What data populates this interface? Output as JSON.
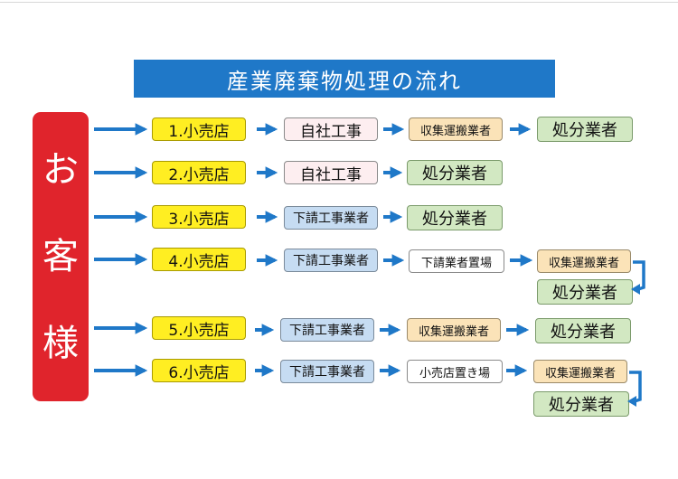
{
  "title": "産業廃棄物処理の流れ",
  "customer": {
    "chars": [
      "お",
      "客",
      "様"
    ]
  },
  "colors": {
    "title_bg": "#1f78c8",
    "customer_bg": "#e0242c",
    "retailer": "#ffee22",
    "own_work": "#fdeef0",
    "subcontractor": "#c6dcf2",
    "collector": "#fbe3b8",
    "disposer": "#d2e8c2",
    "storage": "#ffffff",
    "arrow": "#1f78c8"
  },
  "flows": [
    {
      "retailer": "1.小売店",
      "steps": [
        "自社工事",
        "収集運搬業者",
        "処分業者"
      ]
    },
    {
      "retailer": "2.小売店",
      "steps": [
        "自社工事",
        "処分業者"
      ]
    },
    {
      "retailer": "3.小売店",
      "steps": [
        "下請工事業者",
        "処分業者"
      ]
    },
    {
      "retailer": "4.小売店",
      "steps": [
        "下請工事業者",
        "下請業者置場",
        "収集運搬業者",
        "処分業者"
      ]
    },
    {
      "retailer": "5.小売店",
      "steps": [
        "下請工事業者",
        "収集運搬業者",
        "処分業者"
      ]
    },
    {
      "retailer": "6.小売店",
      "steps": [
        "下請工事業者",
        "小売店置き場",
        "収集運搬業者",
        "処分業者"
      ]
    }
  ]
}
